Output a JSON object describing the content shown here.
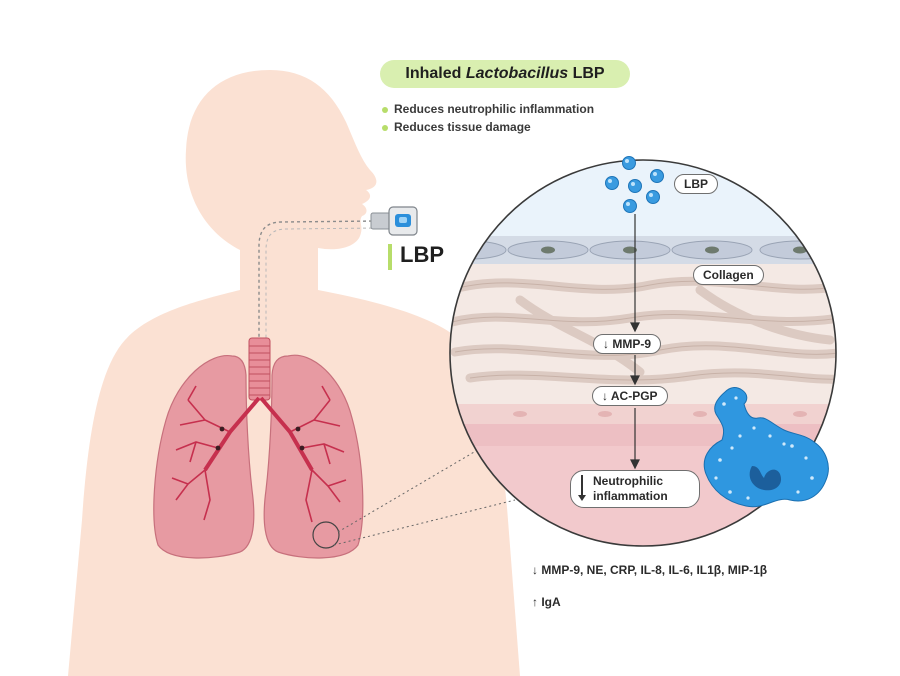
{
  "title": {
    "prefix": "Inhaled",
    "genus": "Lactobacillus",
    "suffix": "LBP"
  },
  "benefits": [
    "Reduces neutrophilic inflammation",
    "Reduces tissue damage"
  ],
  "device_label": "LBP",
  "zoom": {
    "lbp": "LBP",
    "collagen": "Collagen",
    "mmp9": "↓ MMP-9",
    "acpgp": "↓ AC-PGP",
    "neutro_line1": "Neutrophilic",
    "neutro_line2": "inflammation"
  },
  "biomarkers": {
    "down": "↓ MMP-9, NE, CRP, IL-8, IL-6, IL1β, MIP-1β",
    "up": "↑ IgA"
  },
  "colors": {
    "skin": "#fbe1d3",
    "lung": "#e79aa2",
    "trachea": "#e07d8b",
    "vessel": "#c6304e",
    "accent_green": "#b7dd6a",
    "title_bar": "#d9efb0",
    "bacteria": "#3a9be0",
    "neutrophil": "#2f97e0"
  },
  "icons": [
    "inhaler-icon",
    "bacteria-particles-icon",
    "neutrophil-icon"
  ]
}
